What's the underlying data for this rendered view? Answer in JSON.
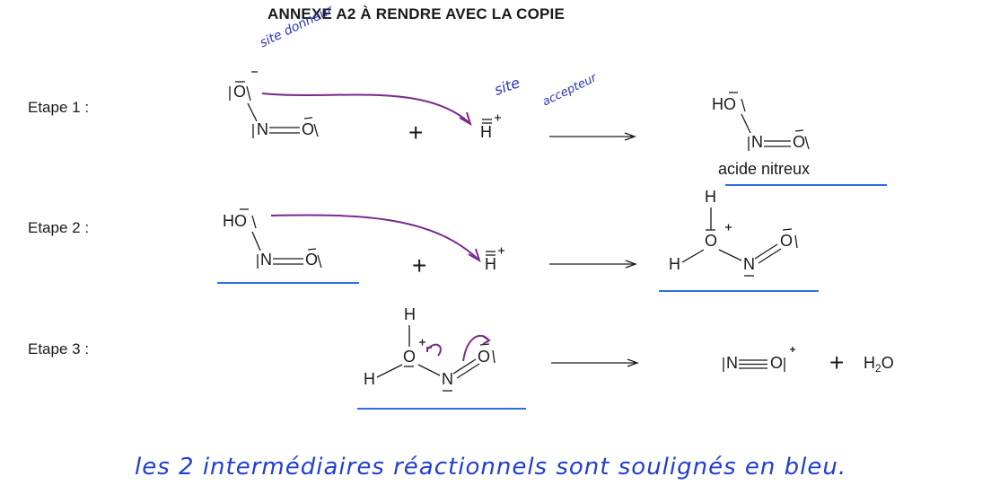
{
  "title": "ANNEXE A2 À RENDRE AVEC LA COPIE",
  "steps": {
    "step1": {
      "label": "Etape 1 :",
      "reactant_o_top": "O",
      "reactant_n": "N",
      "reactant_o_right": "O",
      "plus": "+",
      "proton": "H",
      "product_ho": "HO",
      "product_n": "N",
      "product_o": "O",
      "product_name": "acide nitreux"
    },
    "step2": {
      "label": "Etape 2 :",
      "reactant_ho": "HO",
      "reactant_n": "N",
      "reactant_o": "O",
      "plus": "+",
      "proton": "H",
      "product_h_top": "H",
      "product_h_left": "H",
      "product_o_center": "O",
      "product_n": "N",
      "product_o_right": "O"
    },
    "step3": {
      "label": "Etape 3 :",
      "reactant_h_top": "H",
      "reactant_h_left": "H",
      "reactant_o_center": "O",
      "reactant_n": "N",
      "reactant_o_right": "O",
      "product_nitrosonium_n": "N",
      "product_nitrosonium_o": "O",
      "plus": "+",
      "water_h": "H",
      "water_sub": "2",
      "water_o": "O"
    }
  },
  "annotations": {
    "donor_site": "site donneur",
    "acceptor_site_line1": "site",
    "acceptor_site_line2": "accepteur",
    "footer": "les 2 intermédiaires réactionnels sont soulignés en bleu."
  },
  "colors": {
    "underline": "#2f6fe0",
    "curved_arrow": "#7a2a8c",
    "handwriting": "#1f3fd0",
    "ink": "#1a1a1a"
  }
}
